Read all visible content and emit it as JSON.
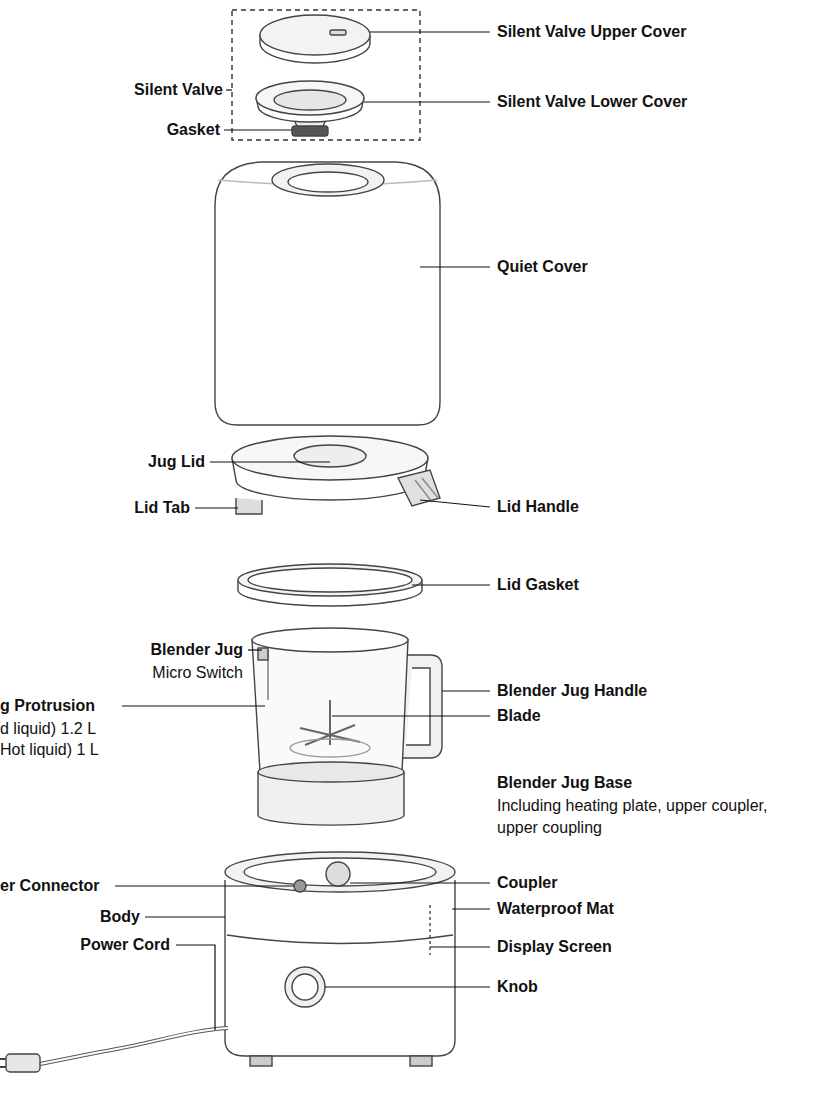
{
  "diagram": {
    "labels": [
      "Silent Valve Upper Cover",
      "Silent Valve",
      "Silent Valve Lower Cover",
      "Gasket",
      "Quiet Cover",
      "Jug Lid",
      "Lid Tab",
      "Lid Handle",
      "Lid Gasket",
      "Blender Jug",
      "Micro Switch",
      "Blender Jug Handle",
      "g Protrusion",
      "Blade",
      "d liquid) 1.2 L",
      "Hot liquid) 1 L",
      "Blender Jug Base",
      "Including heating plate, upper coupler, upper coupling",
      "er Connector",
      "Coupler",
      "Body",
      "Waterproof Mat",
      "Power Cord",
      "Display Screen",
      "Knob"
    ]
  }
}
